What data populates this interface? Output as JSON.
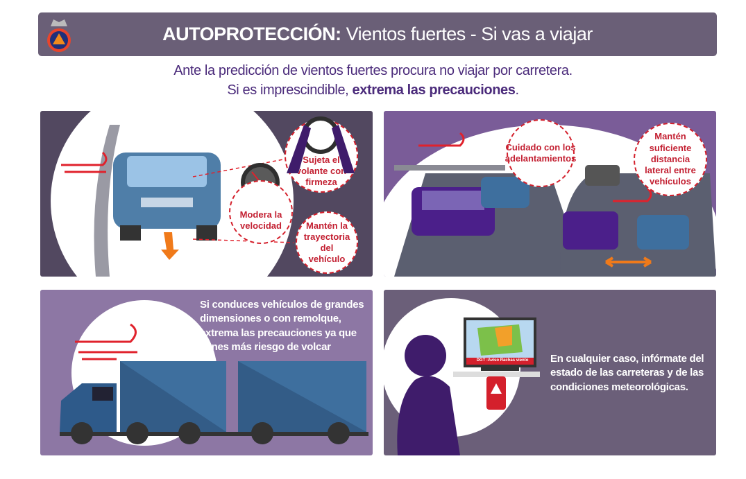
{
  "header": {
    "title_bold": "AUTOPROTECCIÓN:",
    "title_rest": " Vientos fuertes - Si vas a viajar",
    "logo": "proteccion-civil-logo"
  },
  "intro": {
    "line1": "Ante la predicción de vientos fuertes procura no viajar por carretera.",
    "line2_prefix": "Si es imprescindible, ",
    "line2_bold": "extrema las precauciones",
    "line2_suffix": "."
  },
  "panels": {
    "car": {
      "callouts": [
        "Sujeta el volante con firmeza",
        "Modera la velocidad",
        "Mantén la trayectoria del vehículo"
      ]
    },
    "highway": {
      "callouts": [
        "Cuidado con los adelantamientos",
        "Mantén suficiente distancia lateral entre vehículos"
      ]
    },
    "truck": {
      "text": "Si conduces vehículos de grandes dimensiones o con remolque, extrema las precauciones ya que tienes más riesgo de volcar"
    },
    "info": {
      "text": "En cualquier caso, infórmate del estado de las carreteras y de las condiciones meteorológicas.",
      "tv_banner": "DGT :Aviso Rachas viento"
    }
  },
  "colors": {
    "header": "#6a5f77",
    "intro": "#4b2b7b",
    "callout_red": "#c32032",
    "panel_car": "#524860",
    "panel_highway": "#7a5c98",
    "panel_truck": "#8d77a4",
    "panel_info": "#6b5f79"
  }
}
